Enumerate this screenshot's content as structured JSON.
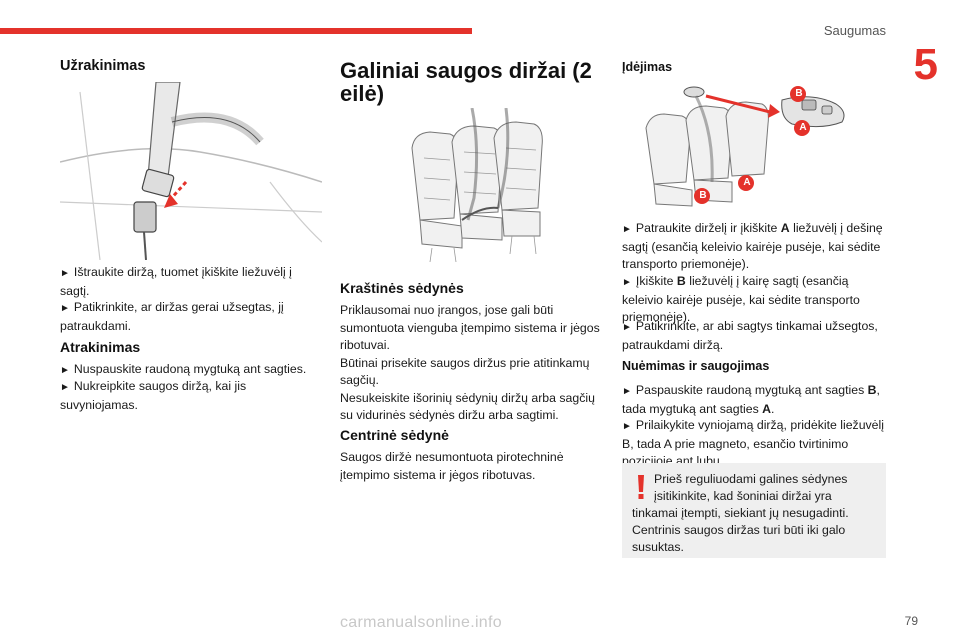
{
  "header": {
    "section_title": "Saugumas",
    "chapter_number": "5",
    "accent_color": "#e4322b"
  },
  "col1": {
    "fastening_title": "Užrakinimas",
    "fastening_steps": [
      "Ištraukite diržą, tuomet įkiškite liežuvėlį į sagtį.",
      "Patikrinkite, ar diržas gerai užsegtas, jį patraukdami."
    ],
    "unfastening_title": "Atrakinimas",
    "unfastening_steps": [
      "Nuspauskite raudoną mygtuką ant sagties.",
      "Nukreipkite saugos diržą, kai jis suvyniojamas."
    ]
  },
  "col2": {
    "title_line1": "Galiniai saugos diržai (2",
    "title_line2": "eilė)",
    "outer_title": "Kraštinės sėdynės",
    "outer_text": [
      "Priklausomai nuo įrangos, jose gali būti",
      "sumontuota vienguba įtempimo sistema ir jėgos",
      "ribotuvai.",
      "Būtinai prisekite saugos diržus prie atitinkamų",
      "sagčių.",
      "Nesukeiskite išorinių sėdynių diržų arba sagčių",
      "su vidurinės sėdynės diržu arba sagtimi."
    ],
    "center_title": "Centrinė sėdynė",
    "center_text": [
      "Saugos diržė nesumontuota pirotechninė",
      "įtempimo sistema ir jėgos ribotuvas."
    ]
  },
  "col3": {
    "insert_title": "Įdėjimas",
    "label_a": "A",
    "label_b": "B",
    "insert_steps": [
      {
        "pre": "Patraukite dirželį ir įkiškite ",
        "bold": "A",
        "post": " liežuvėlį į dešinę sagtį (esančią keleivio kairėje pusėje, kai sėdite transporto priemonėje)."
      },
      {
        "pre": "Įkiškite ",
        "bold": "B",
        "post": " liežuvėlį į kairę sagtį (esančią keleivio kairėje pusėje, kai sėdite transporto priemonėje)."
      },
      {
        "pre": "Patikrinkite, ar abi sagtys tinkamai užsegtos, patraukdami diržą.",
        "bold": "",
        "post": ""
      }
    ],
    "removal_title": "Nuėmimas ir saugojimas",
    "removal_step1_pre": "Paspauskite raudoną mygtuką ant sagties ",
    "removal_step1_b": "B",
    "removal_step1_mid": ", tada mygtuką ant sagties ",
    "removal_step1_a": "A",
    "removal_step1_post": ".",
    "removal_step2": "Prilaikykite vyniojamą diržą, pridėkite liežuvėlį B, tada A prie magneto, esančio tvirtinimo pozicijoje ant lubų.",
    "warning_lines": [
      "Prieš reguliuodami galines sėdynes",
      "įsitikinkite, kad šoniniai diržai yra",
      "tinkamai įtempti, siekiant jų nesugadinti.",
      "Centrinis saugos diržas turi būti iki galo",
      "susuktas."
    ]
  },
  "footer": {
    "page_number": "79",
    "watermark": "carmanualsonline.info"
  }
}
